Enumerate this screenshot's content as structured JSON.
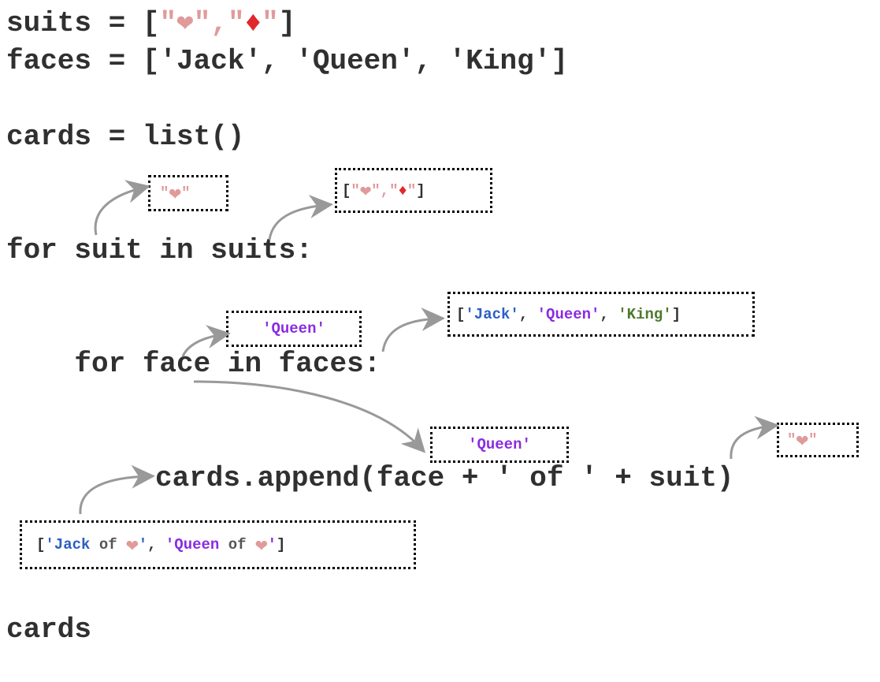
{
  "code": {
    "line1_prefix": "suits = [",
    "line1_q1": "\"",
    "heart": "❤",
    "line1_q2": "\",\"",
    "diamond": "♦",
    "line1_q3": "\"",
    "line1_suffix": "]",
    "line2": "faces = ['Jack', 'Queen', 'King']",
    "line3": "cards = list()",
    "line4": "for suit in suits:",
    "line5": "    for face in faces:",
    "line6": "cards.append(face + ' of ' + suit)",
    "line7": "cards"
  },
  "annotations": {
    "suit_value": {
      "open": "\"",
      "heart": "❤",
      "close": "\""
    },
    "suits_value": {
      "open": "[\"",
      "heart": "❤",
      "mid": "\",\"",
      "diamond": "♦",
      "close": "\"]"
    },
    "face_value": "'Queen'",
    "faces_value": {
      "open": "[",
      "jack": "'Jack'",
      "sep1": ", ",
      "queen": "'Queen'",
      "sep2": ", ",
      "king": "'King'",
      "close": "]"
    },
    "append_face_value": "'Queen'",
    "append_suit_value": {
      "open": "\"",
      "heart": "❤",
      "close": "\""
    },
    "cards_value": {
      "open": "[",
      "item1_a": "'Jack",
      "item1_of": " of ",
      "heart1": "❤",
      "item1_close": "'",
      "sep": ", ",
      "item2_a": "'Queen",
      "item2_of": " of ",
      "heart2": "❤",
      "item2_close": "'",
      "close": "]"
    }
  },
  "colors": {
    "code": "#303030",
    "heart": "#e09a9a",
    "diamond": "#e0282a",
    "jack": "#2b5fc4",
    "queen": "#8a2be2",
    "king": "#4f7a2d",
    "arrow": "#999999"
  }
}
